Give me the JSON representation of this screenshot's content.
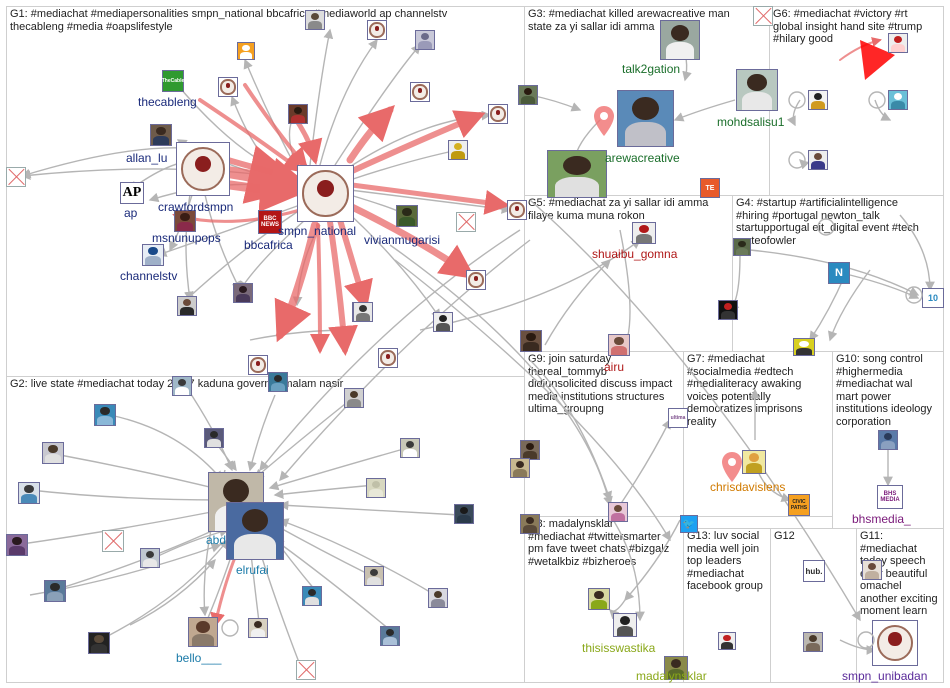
{
  "groups": {
    "g1": {
      "title": "G1: #mediachat #mediapersonalities smpn_national bbcafrica #mediaworld ap channelstv\nthecableng #media #oapslifestyle"
    },
    "g2": {
      "title": "G2: live state #mediachat today 23 07 kaduna governor malam nasir"
    },
    "g3": {
      "title": "G3: #mediachat killed arewacreative man\nstate za yi sallar idi amma"
    },
    "g4": {
      "title": "G4: #startup #artificialintelligence\n#hiring #portugal newton_talk\nstartupportugal eit_digital event #tech\nmateofowler"
    },
    "g5": {
      "title": "G5: #mediachat za yi sallar idi amma\nfilaye kuma muna rokon"
    },
    "g6": {
      "title": "G6: #mediachat #victory #rt\nglobal insight hand site #trump\n#hilary good"
    },
    "g7": {
      "title": "G7: #mediachat\n#socialmedia #edtech\n#medialiteracy awaking\nvoices potentially\ndemocratizes imprisons\nreality"
    },
    "g8": {
      "title": "G8: madalynsklar\n#mediachat #twittersmarter\npm fave tweet chats #bizgalz\n#wetalkbiz #bizheroes"
    },
    "g9": {
      "title": "G9: join saturday\nthereal_tommyb\ndidiunsolicited discuss impact\nmedia institutions structures\nultima_groupng"
    },
    "g10": {
      "title": "G10: song control\n#highermedia\n#mediachat wal\nmart power\ninstitutions ideology\ncorporation"
    },
    "g11": {
      "title": "G11:\n#mediachat\ntoday speech\nelixir beautiful\nomachel\nanother exciting\nmoment learn"
    },
    "g12": {
      "title": "G12"
    },
    "g13": {
      "title": "G13: luv social\nmedia well join\ntop leaders\n#mediachat\nfacebook group"
    }
  },
  "labels": {
    "thecableng": "thecableng",
    "allan_lu": "allan_lu",
    "crawfordsmpn": "crawfordsmpn",
    "ap": "ap",
    "msnunupops": "msnunupops",
    "bbcafrica": "bbcafrica",
    "smpn_national": "smpn_national",
    "vivianmugarisi": "vivianmugarisi",
    "channelstv": "channelstv",
    "talk2gation": "talk2gation",
    "mohdsalisu1": "mohdsalisu1",
    "arewacreative": "arewacreative",
    "shuaibu_gomna": "shuaibu_gomna",
    "airu": "airu",
    "chrisdavislens": "chrisdavislens",
    "bhsmedia": "bhsmedia_",
    "abd": "abd",
    "elrufai": "elrufai",
    "bello": "bello___",
    "thisisswastika": "thisisswastika",
    "madalynsklar": "madalynsklar",
    "smpn_unibadan": "smpn_unibadan"
  },
  "logos": {
    "ap": "AP",
    "bbc": "BBC NEWS",
    "cable": "TheCable",
    "hub": "hub.",
    "civic": "CIVIC PATHS",
    "te": "TE",
    "bhs": "BHS MEDIA",
    "ten": "10",
    "twitter": "twitter-bird-icon",
    "n": "N"
  },
  "colors": {
    "g1_label": "#1a2a7a",
    "g3_label": "#1a6e2a",
    "g5_label": "#b01818",
    "g2_label": "#1a7aa8",
    "g7_label": "#d07a00",
    "g10_label": "#7a1a7a",
    "g8_label": "#8aa81a",
    "g11_label": "#5a2a9a",
    "edge_red": "#e86a6a",
    "edge_grey": "#b5b5b5"
  }
}
